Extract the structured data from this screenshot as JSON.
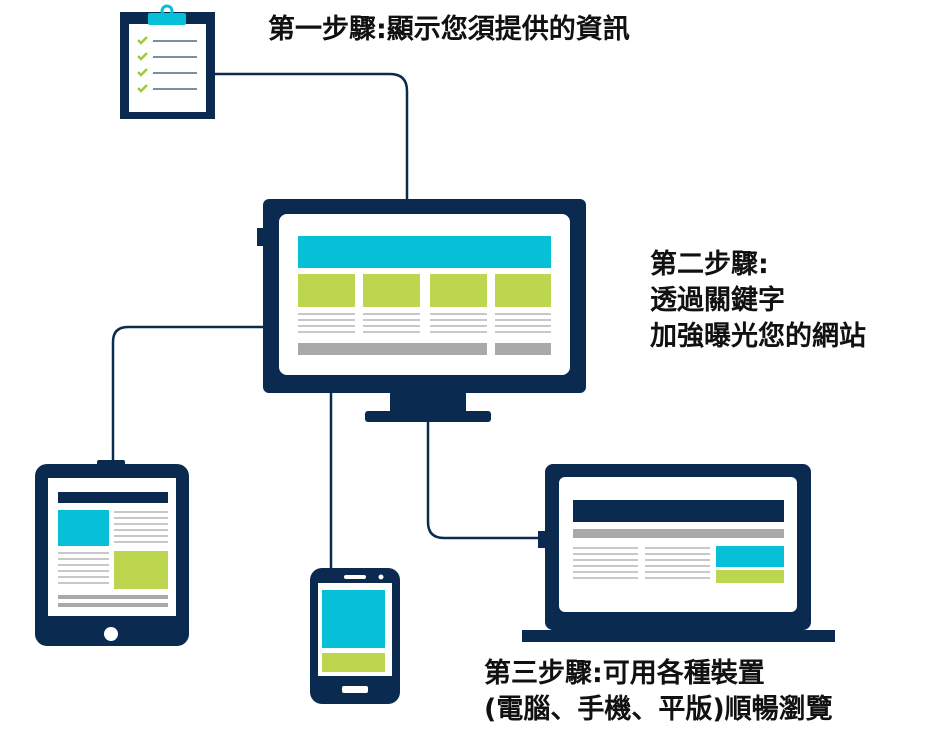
{
  "colors": {
    "navy": "#0b2a4f",
    "cyan": "#05c0d6",
    "lime": "#bcd64f",
    "grey": "#a9a9a9",
    "check": "#9ccc3a"
  },
  "icons": [
    "clipboard-icon",
    "desktop-monitor-icon",
    "tablet-icon",
    "smartphone-icon",
    "laptop-icon"
  ],
  "steps": {
    "step1": "第一步驟:顯示您須提供的資訊",
    "step2": {
      "line1": "第二步驟:",
      "line2": "透過關鍵字",
      "line3": "加強曝光您的網站"
    },
    "step3": {
      "line1": "第三步驟:可用各種裝置",
      "line2": "(電腦、手機、平版)順暢瀏覽"
    }
  }
}
